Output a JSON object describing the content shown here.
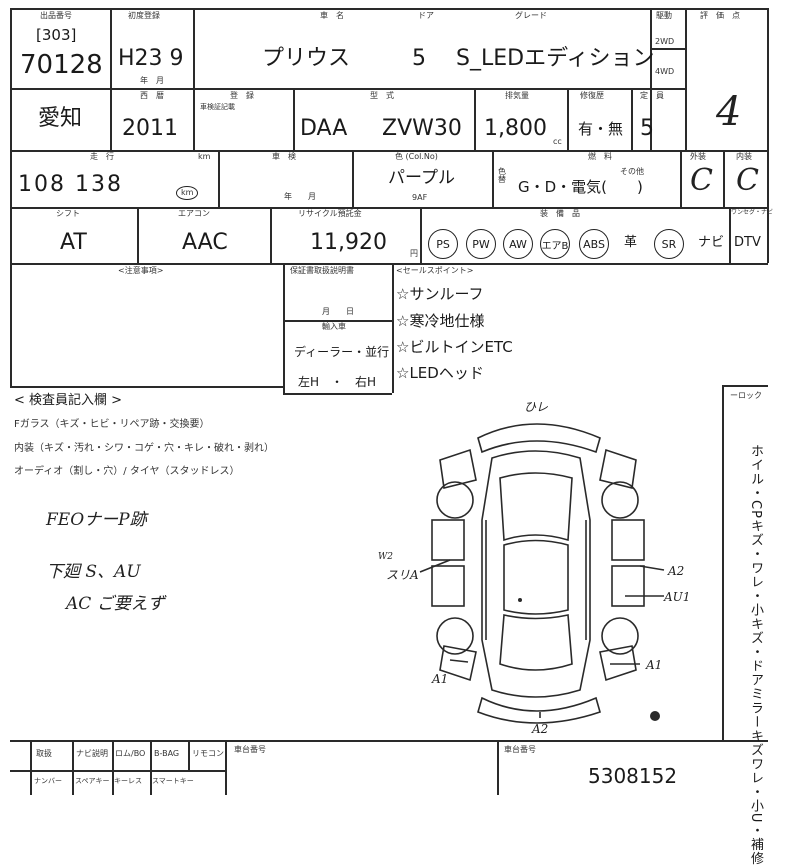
{
  "header": {
    "lot_label": "出品番号",
    "lot_prefix": "[303]",
    "lot_number": "70128",
    "first_reg_label": "初度登録",
    "first_reg": "H23 9",
    "first_reg_sub": "年　月",
    "carname_label": "車　名",
    "door_label": "ドア",
    "grade_label": "グレード",
    "carname": "プリウス",
    "doors": "5",
    "grade": "S_LEDエディション",
    "drive_label": "駆動",
    "drive_opts": [
      "2WD",
      "4WD"
    ],
    "score_label": "評　価　点",
    "score": "4"
  },
  "row2": {
    "region": "愛知",
    "year_label": "西　暦",
    "year": "2011",
    "reg_label": "登　録",
    "reg_sub": "車検証記載",
    "model_label": "型　式",
    "model_prefix": "DAA",
    "model": "ZVW30",
    "cc_label": "排気量",
    "cc": "1,800",
    "cc_unit": "cc",
    "repair_label": "修復歴",
    "repair": "有・無",
    "capacity_label": "定　員",
    "capacity": "5"
  },
  "row3": {
    "mileage_label": "走　行",
    "mileage_unit_top": "km",
    "mileage": "108 138",
    "mileage_unit": "km",
    "inspection_label": "車　検",
    "inspection_sub": "年　　月",
    "color_label": "色 (Col.No)",
    "color": "パープル",
    "color_code": "9AF",
    "color_change": "色替",
    "fuel_label": "燃　料",
    "fuel": "G・D・電気(　　)",
    "fuel_other": "その他",
    "exterior_label": "外装",
    "exterior": "C",
    "interior_label": "内装",
    "interior": "C"
  },
  "row4": {
    "shift_label": "シフト",
    "shift": "AT",
    "ac_label": "エアコン",
    "ac": "AAC",
    "recycle_label": "リサイクル預託金",
    "recycle": "11,920",
    "recycle_unit": "円",
    "equip_label": "装　備　品",
    "equipment": [
      "PS",
      "PW",
      "AW",
      "エアB",
      "ABS"
    ],
    "equip_plain": "革",
    "equip_sr": "SR",
    "navi": "ナビ",
    "dtv": "DTV",
    "one_seg_label": "ワンセグ・ナビ"
  },
  "notes": {
    "caution_label": "<注意事項>",
    "warranty_label": "保証書取扱説明書",
    "warranty_sub": "月　　日",
    "import_label": "輸入車",
    "import_value": "ディーラー・並行",
    "handle_value": "左H　・　右H",
    "sales_label": "<セールスポイント>",
    "sales_points": [
      "☆サンルーフ",
      "☆寒冷地仕様",
      "☆ビルトインETC",
      "☆LEDヘッド"
    ]
  },
  "inspector": {
    "title": "< 検査員記入欄 >",
    "glass": "Fガラス（キズ・ヒビ・リペア跡・交換要）",
    "interior": "内装（キズ・汚れ・シワ・コゲ・穴・キレ・破れ・剥れ）",
    "audio": "オーディオ（割し・穴）/ タイヤ（スタッドレス）",
    "handwritten": [
      "FEOナーP跡",
      "下廻 S、AU",
      "AC ご要えず"
    ],
    "lock_label": "ーロック",
    "side_note": "ホイル・CPキズ・ワレ・小キズ・ドアミラーキズワレ・小U・補修",
    "diagram_marks": {
      "top": "ひレ",
      "left_top": "W2",
      "left": "スリA",
      "right1": "A2",
      "right2": "AU1",
      "bl": "A1",
      "br": "A1",
      "bottom": "A2"
    }
  },
  "footer": {
    "cells_top": [
      "取扱",
      "ナビ説明",
      "ロム/BO",
      "B-BAG",
      "リモコン"
    ],
    "cells_bottom": [
      "ナンバー",
      "スペアキー",
      "キーレス",
      "スマートキー"
    ],
    "chassis_label": "車台番号",
    "frame_label": "車台番号",
    "frame_number": "5308152"
  },
  "colors": {
    "ink": "#2a2a2a",
    "paper": "#ffffff"
  }
}
